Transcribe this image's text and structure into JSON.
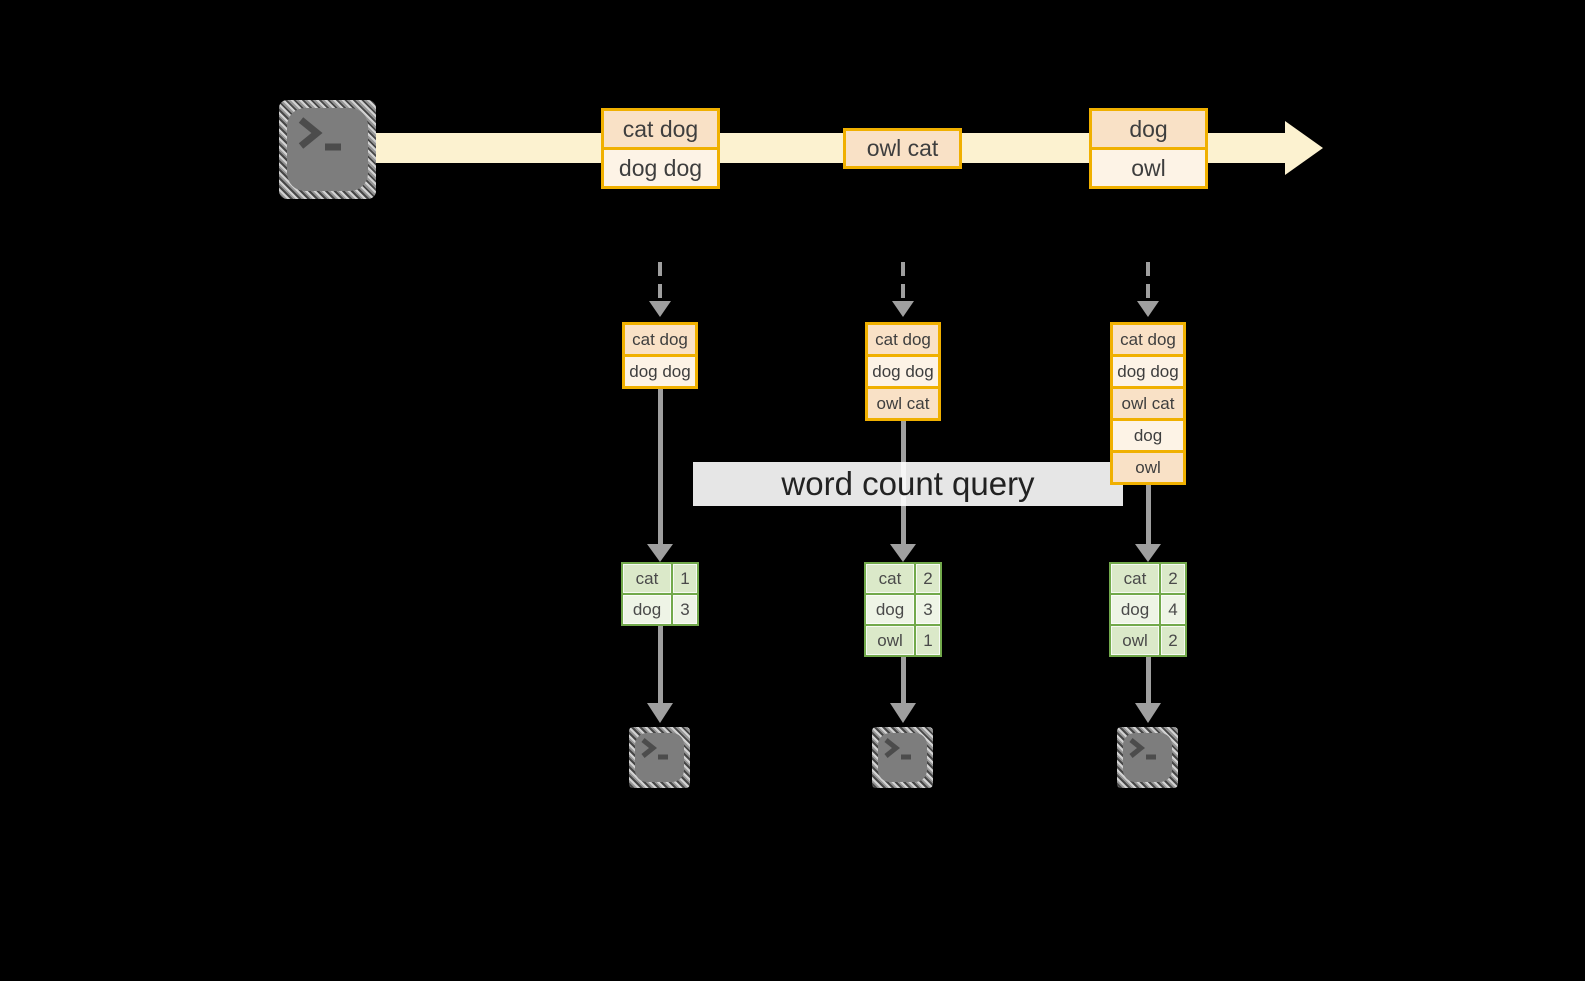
{
  "label": {
    "text": "word count query"
  },
  "stream": {
    "events": [
      {
        "rows": [
          "cat dog",
          "dog dog"
        ]
      },
      {
        "rows": [
          "owl cat"
        ]
      },
      {
        "rows": [
          "dog",
          "owl"
        ]
      }
    ]
  },
  "batches": [
    {
      "rows": [
        "cat dog",
        "dog dog"
      ]
    },
    {
      "rows": [
        "cat dog",
        "dog dog",
        "owl cat"
      ]
    },
    {
      "rows": [
        "cat dog",
        "dog dog",
        "owl cat",
        "dog",
        "owl"
      ]
    }
  ],
  "counts": [
    {
      "rows": [
        {
          "word": "cat",
          "count": "1"
        },
        {
          "word": "dog",
          "count": "3"
        }
      ]
    },
    {
      "rows": [
        {
          "word": "cat",
          "count": "2"
        },
        {
          "word": "dog",
          "count": "3"
        },
        {
          "word": "owl",
          "count": "1"
        }
      ]
    },
    {
      "rows": [
        {
          "word": "cat",
          "count": "2"
        },
        {
          "word": "dog",
          "count": "4"
        },
        {
          "word": "owl",
          "count": "2"
        }
      ]
    }
  ],
  "icons": {
    "source": "terminal-icon",
    "sinks": [
      "terminal-icon",
      "terminal-icon",
      "terminal-icon"
    ]
  },
  "colors": {
    "background": "#000000",
    "stream_band": "#fcf2d0",
    "orange_border": "#f0b000",
    "peach_fill": "#f9e1c6",
    "light_peach_fill": "#fdf3e6",
    "green_border": "#72a94b",
    "green_fill": "#dbe9c9",
    "light_green_fill": "#eef4e6",
    "arrow_gray": "#9f9f9f",
    "banner_bg": "#ffffff",
    "text_dark": "#3e3e3e"
  }
}
